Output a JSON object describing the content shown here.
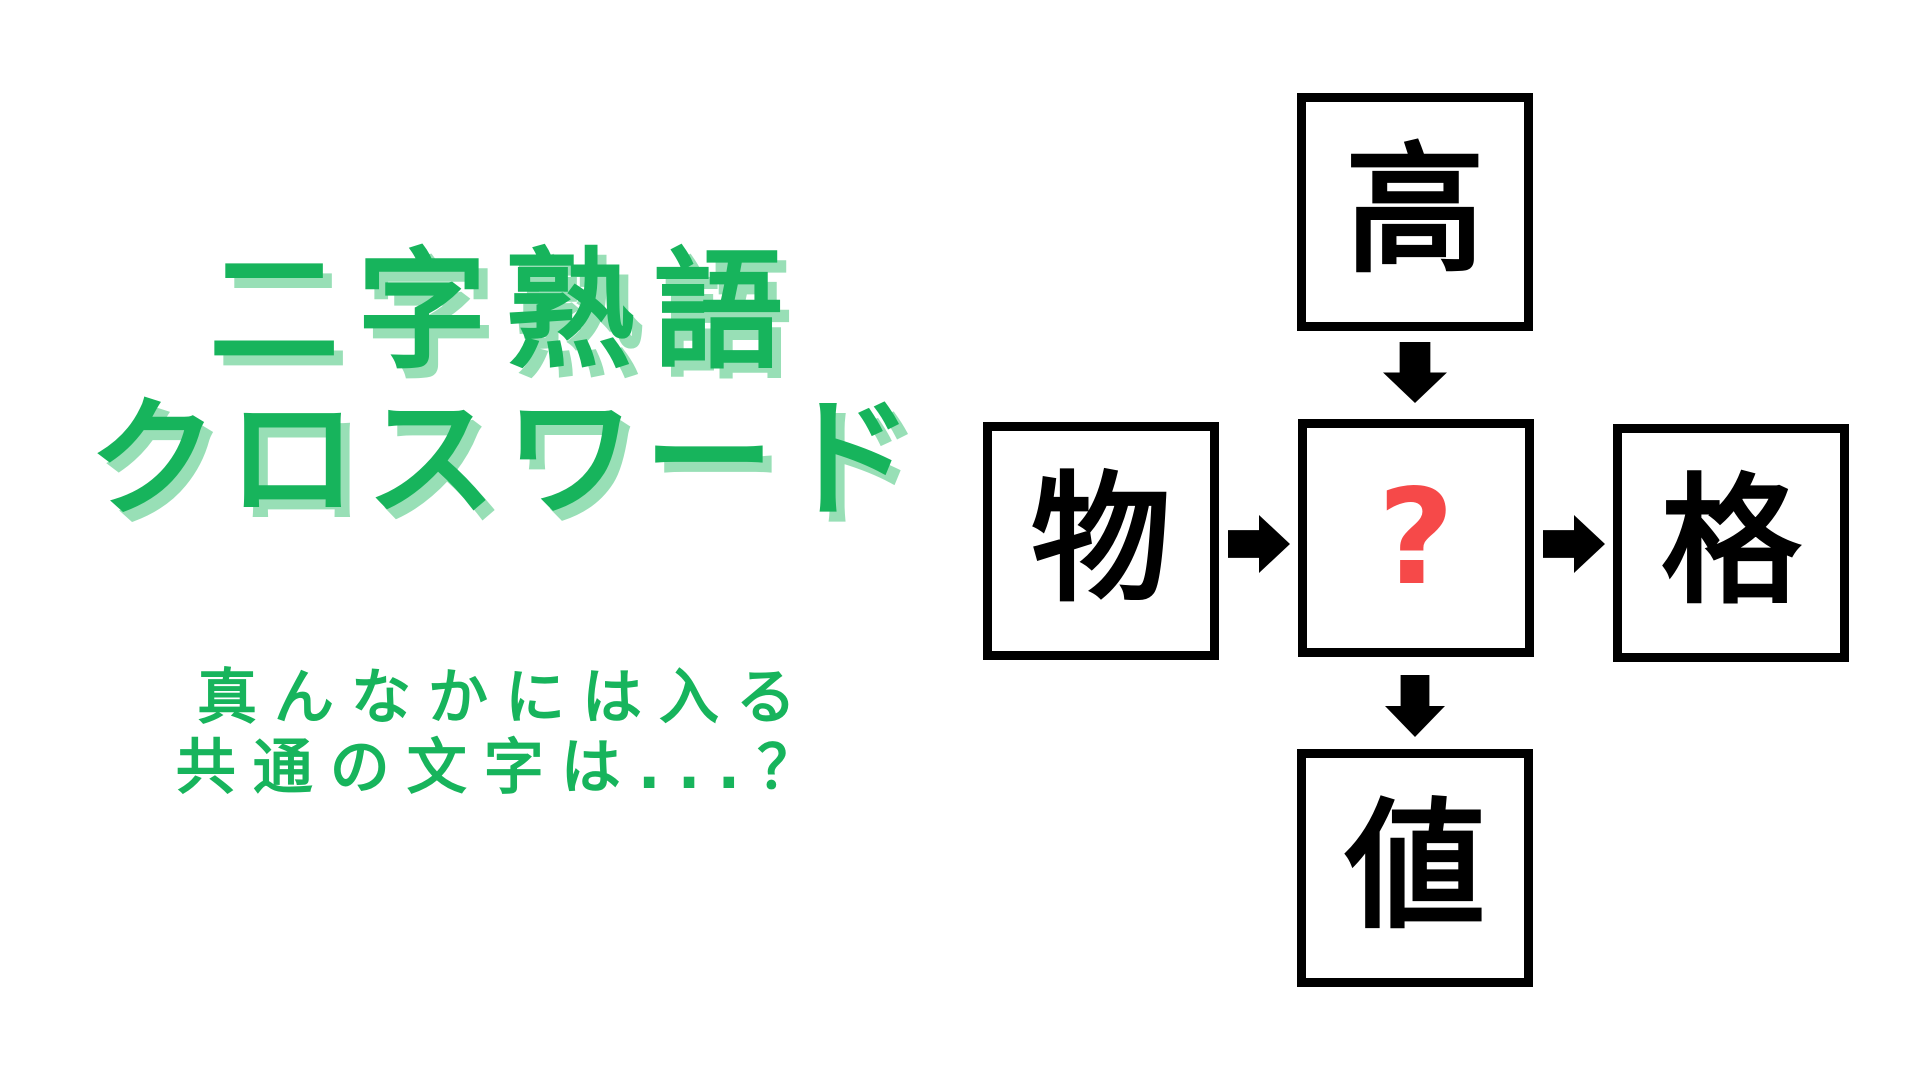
{
  "colors": {
    "background": "#ffffff",
    "green": "#17b45c",
    "green_shadow": "#98dfb6",
    "black": "#000000",
    "question_red": "#f64949"
  },
  "title": {
    "line1": "二字熟語",
    "line2": "クロスワード"
  },
  "subtitle": {
    "line1": "真んなかには入る",
    "line2": "共通の文字は...？"
  },
  "puzzle": {
    "cells": {
      "top": "高",
      "left": "物",
      "center": "?",
      "right": "格",
      "bottom": "値"
    },
    "arrows": [
      {
        "id": "top-to-center",
        "direction": "down"
      },
      {
        "id": "left-to-center",
        "direction": "right"
      },
      {
        "id": "center-to-right",
        "direction": "right"
      },
      {
        "id": "center-to-bottom",
        "direction": "down"
      }
    ]
  }
}
